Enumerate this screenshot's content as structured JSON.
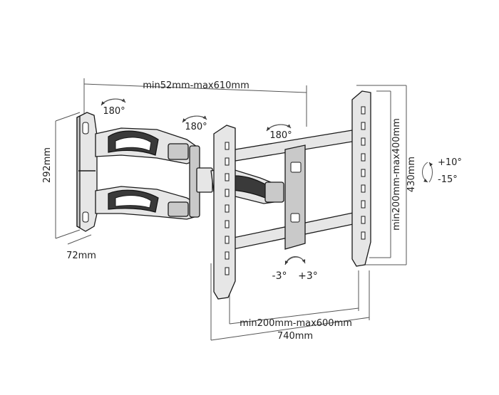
{
  "dimensions": {
    "arm_extension": "min52mm-max610mm",
    "wall_plate_height": "292mm",
    "wall_plate_depth": "72mm",
    "vesa_horizontal": "min200mm-max600mm",
    "overall_width": "740mm",
    "vesa_vertical": "min200mm-max400mm",
    "overall_height": "430mm"
  },
  "rotations": {
    "swivel_wall": "180°",
    "swivel_middle": "180°",
    "swivel_head": "180°"
  },
  "adjustments": {
    "tilt_up": "+10°",
    "tilt_down": "-15°",
    "rotate_left": "-3°",
    "rotate_right": "+3°"
  }
}
